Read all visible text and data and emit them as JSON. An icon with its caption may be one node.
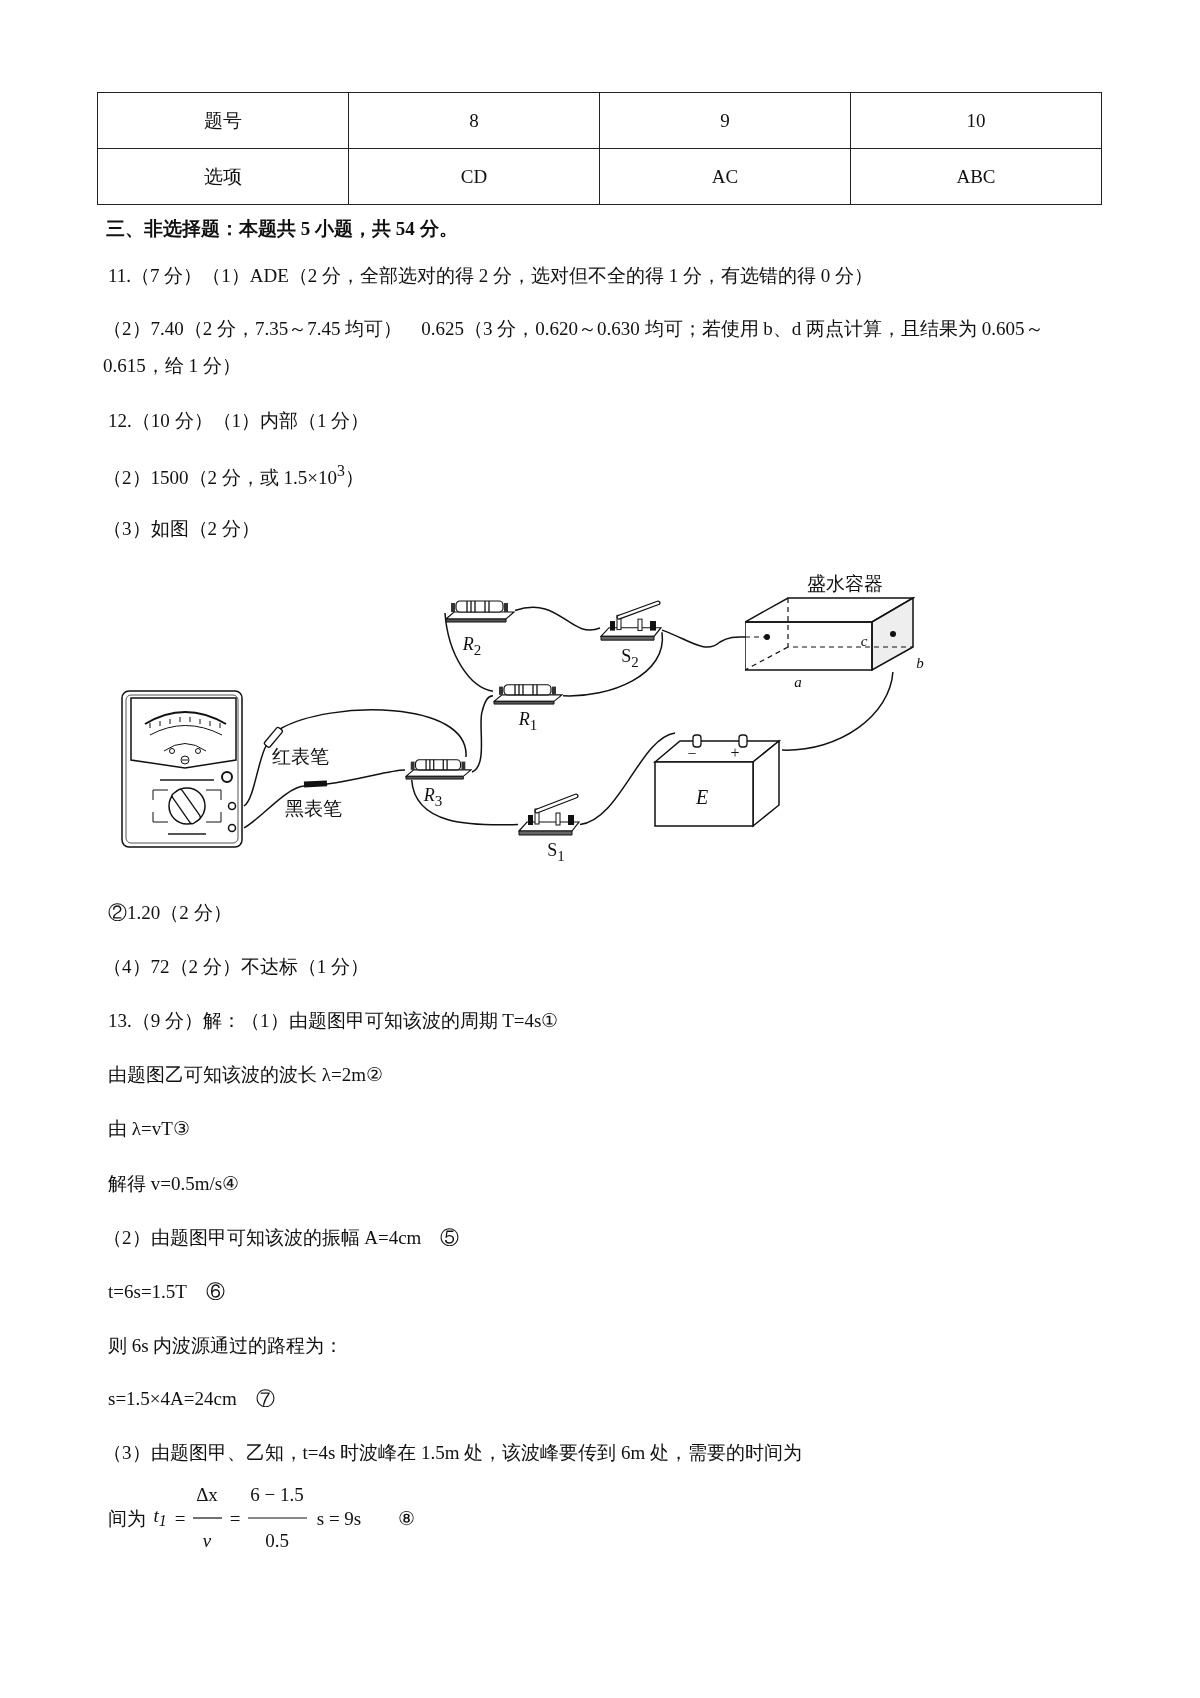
{
  "diagram": {
    "nodes": [
      {
        "text": [],
        "shape": "picture",
        "beside": [
          "*R*$_{2}$"
        ]
      },
      {
        "text": [],
        "shape": "picture",
        "beside": [
          "S$_{2}$"
        ]
      },
      {
        "text": [
          "盛水容器",
          "c"
        ],
        "beside": [
          "a",
          "b"
        ]
      },
      {
        "text": [],
        "shape": "picture",
        "beside": [
          "*R*$_{1}$"
        ]
      },
      {
        "text": [],
        "shape": "picture"
      },
      {
        "text": [],
        "shape": "picture",
        "beside": [
          "*R*$_{3}$"
        ]
      },
      {
        "text": [
          "E"
        ],
        "beside": [
          "−",
          "+"
        ]
      },
      {
        "text": [],
        "shape": "picture",
        "beside": [
          "S$_{1}$"
        ]
      }
    ],
    "edges": [
      {
        "from": 4,
        "to": 5,
        "arrow": "none"
      },
      {
        "from": 4,
        "to": 5,
        "arrow": "none"
      },
      {
        "from": 5,
        "to": 3,
        "arrow": "none"
      },
      {
        "from": 0,
        "to": 3,
        "arrow": "none"
      },
      {
        "from": 0,
        "to": 1,
        "arrow": "none"
      },
      {
        "from": 1,
        "to": 3,
        "arrow": "none"
      },
      {
        "from": 1,
        "to": 2,
        "arrow": "none"
      },
      {
        "from": 5,
        "to": 7,
        "arrow": "none"
      },
      {
        "from": 7,
        "to": 6,
        "arrow": "none"
      },
      {
        "from": 6,
        "to": 2,
        "arrow": "none"
      }
    ],
    "labels": [
      "题号",
      "8",
      "9",
      "10",
      "选项",
      "CD",
      "AC",
      "ABC",
      "三、非选择题：本题共 5 小题，共 54 分。",
      "11.（7 分）（1）ADE（2 分，全部选对的得 2 分，选对但不全的得 1 分，有选错的得 0 分）",
      "（2）7.40（2 分，7.35～7.45 均可）　0.625（3 分，0.620～0.630 均可；若使用 b、d 两点计算，且结果为 0.605～0.615，给 1 分）",
      "12.（10 分）（1）内部（1 分）",
      "（2）1500（2 分，或 1.5×10$^{3}$）",
      "（3）如图（2 分）",
      "红表笔",
      "黑表笔",
      "②1.20（2 分）",
      "（4）72（2 分）不达标（1 分）",
      "13.（9 分）解：（1）由题图甲可知该波的周期 T=4s①",
      "由题图乙可知该波的波长 λ=2m②",
      "由 λ=vT③",
      "解得 v=0.5m/s④",
      "（2）由题图甲可知该波的振幅 A=4cm　⑤",
      "t=6s=1.5T　⑥",
      "则 6s 内波源通过的路程为：",
      "s=1.5×4A=24cm　⑦",
      "（3）由题图甲、乙知，t=4s 时波峰在 1.5m 处，该波峰要传到 6m 处，需要的时间为",
      "间为",
      "t$_{1}$",
      "=",
      "Δx",
      "v",
      "=",
      "6 − 1.5",
      "0.5",
      "s = 9s",
      "⑧"
    ]
  }
}
